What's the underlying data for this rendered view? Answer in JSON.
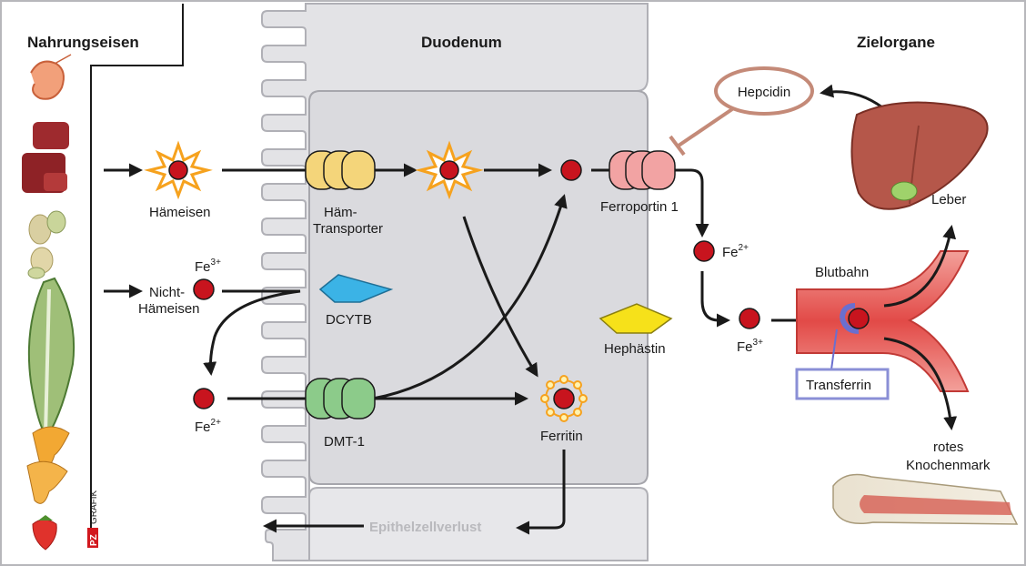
{
  "headings": {
    "dietary_iron": "Nahrungseisen",
    "duodenum": "Duodenum",
    "target_organs": "Zielorgane"
  },
  "labels": {
    "heme_iron": "Hämeisen",
    "heme_transporter_1": "Häm-",
    "heme_transporter_2": "Transporter",
    "nonheme_1": "Nicht-",
    "nonheme_2": "Hämeisen",
    "fe3_base": "Fe",
    "fe3_sup": "3+",
    "fe2_base": "Fe",
    "fe2_sup": "2+",
    "dcytb": "DCYTB",
    "dmt1": "DMT-1",
    "ferritin": "Ferritin",
    "ferroportin": "Ferroportin 1",
    "hepcidin": "Hepcidin",
    "hephaestin": "Hephästin",
    "bloodstream": "Blutbahn",
    "transferrin": "Transferrin",
    "liver": "Leber",
    "bone_marrow_1": "rotes",
    "bone_marrow_2": "Knochenmark",
    "epithelial_loss": "Epithelzellverlust",
    "brand_pz": "PZ",
    "brand_grafik": "GRAFIK"
  },
  "colors": {
    "iron_red": "#c8141e",
    "heme_star": "#f6a21e",
    "heme_transporter": "#f4d57a",
    "dmt1": "#8ccb8a",
    "ferroportin": "#f2a3a3",
    "dcytb": "#3bb3e6",
    "hephaestin": "#f6e11a",
    "hepcidin_ring": "#c48a78",
    "transferrin_box": "#8a8fd6",
    "duodenum_bg": "#e3e3e6",
    "vessel": "#e7615f",
    "liver": "#b5574a",
    "faded_text": "#b9b9bd"
  }
}
